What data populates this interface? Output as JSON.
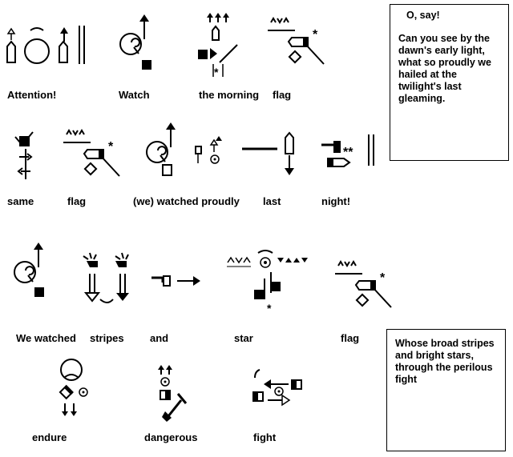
{
  "rows": [
    {
      "words": [
        {
          "id": "attention",
          "text": "Attention!"
        },
        {
          "id": "watch",
          "text": "Watch"
        },
        {
          "id": "the-morning",
          "text": "the morning"
        },
        {
          "id": "flag",
          "text": "flag"
        }
      ]
    },
    {
      "words": [
        {
          "id": "same",
          "text": "same"
        },
        {
          "id": "flag",
          "text": "flag"
        },
        {
          "id": "we-watched-proudly",
          "text": "(we) watched proudly"
        },
        {
          "id": "last",
          "text": "last"
        },
        {
          "id": "night",
          "text": "night!"
        }
      ]
    },
    {
      "words": [
        {
          "id": "we-watched",
          "text": "We watched"
        },
        {
          "id": "stripes",
          "text": "stripes"
        },
        {
          "id": "and",
          "text": "and"
        },
        {
          "id": "star",
          "text": "star"
        },
        {
          "id": "flag",
          "text": "flag"
        }
      ]
    },
    {
      "words": [
        {
          "id": "endure",
          "text": "endure"
        },
        {
          "id": "dangerous",
          "text": "dangerous"
        },
        {
          "id": "fight",
          "text": "fight"
        }
      ]
    }
  ],
  "lyric_boxes": [
    {
      "id": "verse-1",
      "heading": "O, say!",
      "body": "Can you see by the dawn's early light, what so proudly we hailed at the twilight's last gleaming."
    },
    {
      "id": "verse-2",
      "heading": "",
      "body": "Whose broad stripes and bright stars, through the perilous fight"
    }
  ],
  "colors": {
    "ink": "#000000",
    "background": "#ffffff"
  }
}
